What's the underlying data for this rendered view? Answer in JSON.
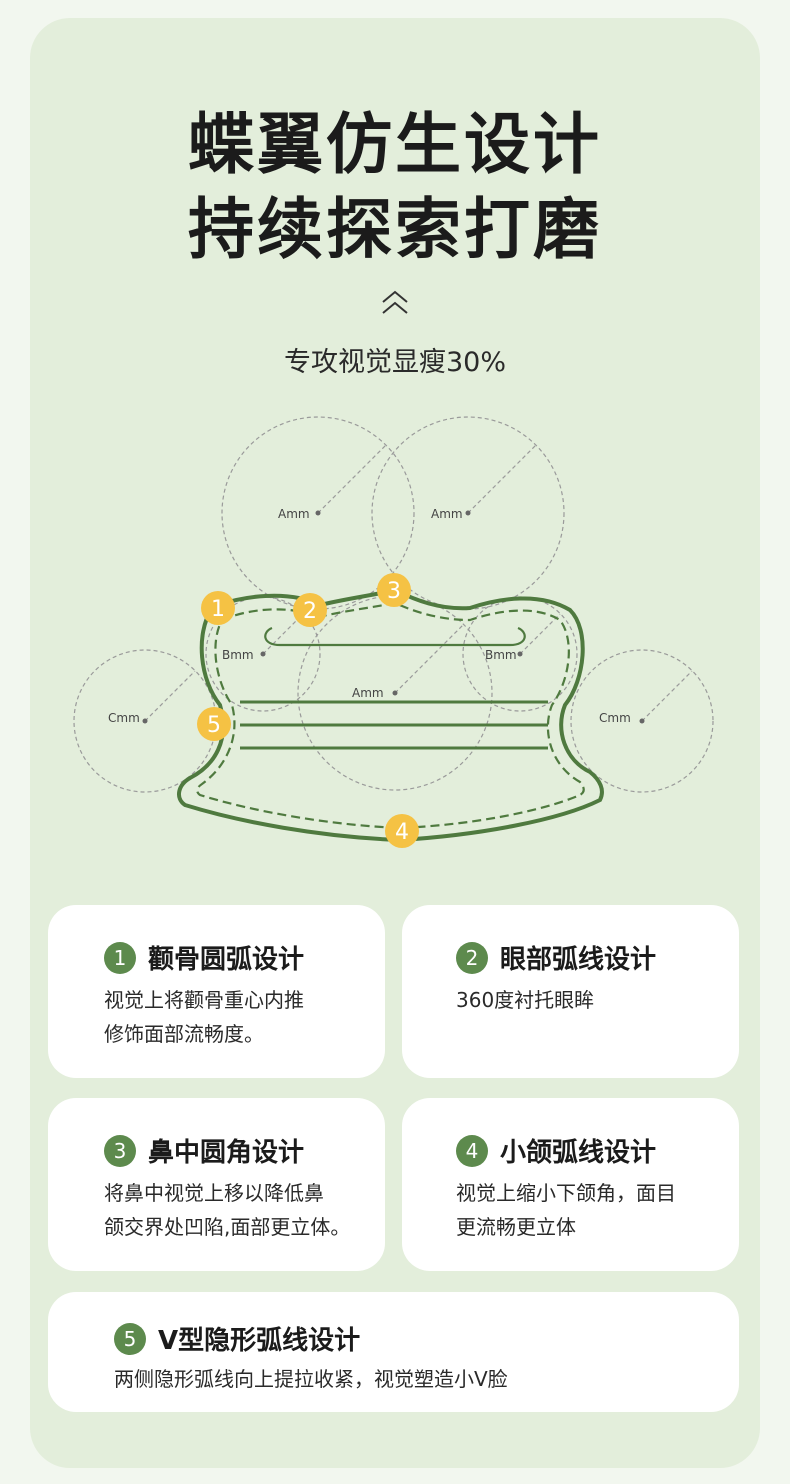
{
  "header": {
    "title_line1": "蝶翼仿生设计",
    "title_line2": "持续探索打磨",
    "subtitle": "专攻视觉显瘦30%"
  },
  "diagram": {
    "labels": {
      "a": "Amm",
      "b": "Bmm",
      "c": "Cmm"
    },
    "markers": [
      "1",
      "2",
      "3",
      "4",
      "5"
    ],
    "colors": {
      "mask_outline": "#4f7a3f",
      "marker_fill": "#f5c244",
      "guide_circle": "#9a9a9a"
    }
  },
  "cards": [
    {
      "num": "1",
      "title": "颧骨圆弧设计",
      "desc_lines": [
        "视觉上将颧骨重心内推",
        "修饰面部流畅度。"
      ]
    },
    {
      "num": "2",
      "title": "眼部弧线设计",
      "desc_lines": [
        "360度衬托眼眸"
      ]
    },
    {
      "num": "3",
      "title": "鼻中圆角设计",
      "desc_lines": [
        "将鼻中视觉上移以降低鼻",
        "颌交界处凹陷,面部更立体。"
      ]
    },
    {
      "num": "4",
      "title": "小颌弧线设计",
      "desc_lines": [
        "视觉上缩小下颌角，面目",
        "更流畅更立体"
      ]
    },
    {
      "num": "5",
      "title": "V型隐形弧线设计",
      "desc_lines": [
        "两侧隐形弧线向上提拉收紧，视觉塑造小V脸"
      ]
    }
  ],
  "colors": {
    "badge": "#5d8a4d",
    "panel": "#e3eedb"
  }
}
